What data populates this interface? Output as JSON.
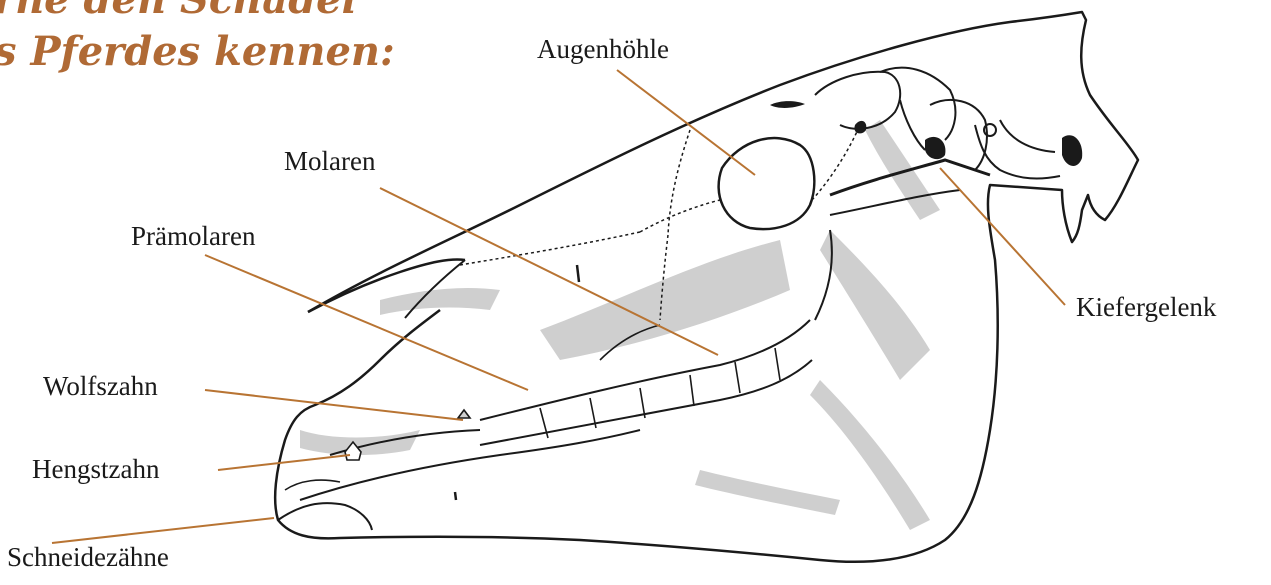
{
  "heading": {
    "line1": "rne den Schädel",
    "line2": "s Pferdes kennen:"
  },
  "labels": {
    "augenhoehle": "Augenhöhle",
    "molaren": "Molaren",
    "praemolaren": "Prämolaren",
    "kiefergelenk": "Kiefergelenk",
    "wolfszahn": "Wolfszahn",
    "hengstzahn": "Hengstzahn",
    "schneidezaehne": "Schneidezähne"
  },
  "colors": {
    "accent": "#b06a35",
    "leader_line": "#b87433",
    "outline": "#1a1a1a",
    "shade": "#cfcfcf",
    "bone": "#ffffff"
  }
}
